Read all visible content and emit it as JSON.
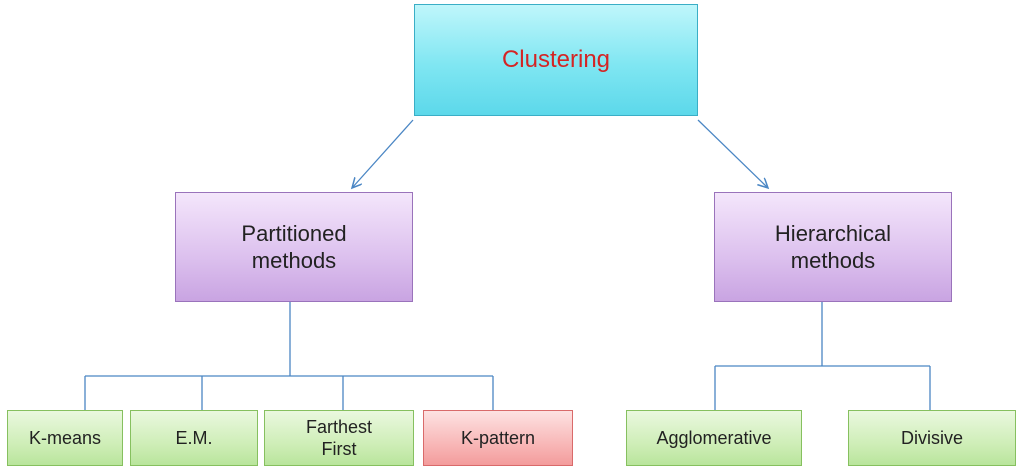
{
  "colors": {
    "root_text": "#d42424",
    "arrow": "#4a86c4",
    "connector": "#4a86c4"
  },
  "root": {
    "label": "Clustering"
  },
  "categories": [
    {
      "label": "Partitioned\nmethods",
      "leaves": [
        {
          "label": "K-means",
          "highlighted": false
        },
        {
          "label": "E.M.",
          "highlighted": false
        },
        {
          "label": "Farthest\nFirst",
          "highlighted": false
        },
        {
          "label": "K-pattern",
          "highlighted": true
        }
      ]
    },
    {
      "label": "Hierarchical\nmethods",
      "leaves": [
        {
          "label": "Agglomerative",
          "highlighted": false
        },
        {
          "label": "Divisive",
          "highlighted": false
        }
      ]
    }
  ]
}
